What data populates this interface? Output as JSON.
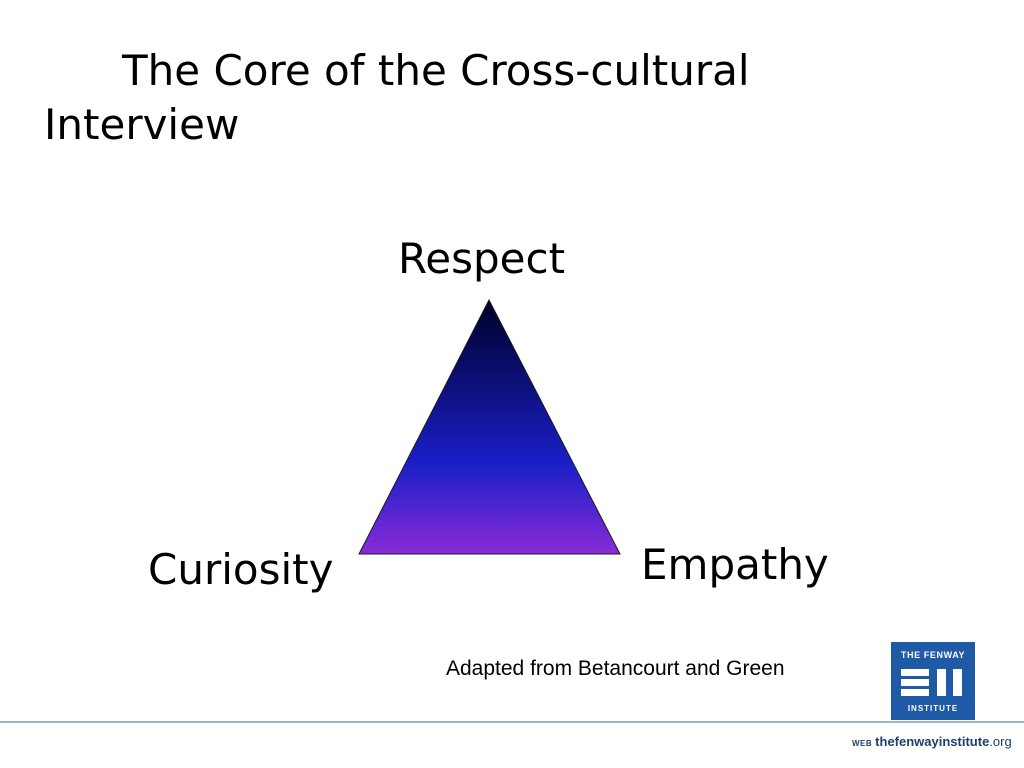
{
  "slide": {
    "title": "The Core of the Cross-cultural Interview"
  },
  "diagram": {
    "nodes": {
      "top": "Respect",
      "bottom_left": "Curiosity",
      "bottom_right": "Empathy"
    },
    "colors": {
      "apex": "#00002a",
      "middle": "#1a1fc8",
      "base": "#8a2bd6"
    }
  },
  "credit": "Adapted from Betancourt and Green",
  "logo": {
    "line1": "THE FENWAY",
    "line2": "INSTITUTE",
    "color": "#1f5aa6"
  },
  "footer": {
    "web_label": "WEB",
    "site_prefix": "thefenwayinstitute",
    "site_suffix": ".org"
  }
}
